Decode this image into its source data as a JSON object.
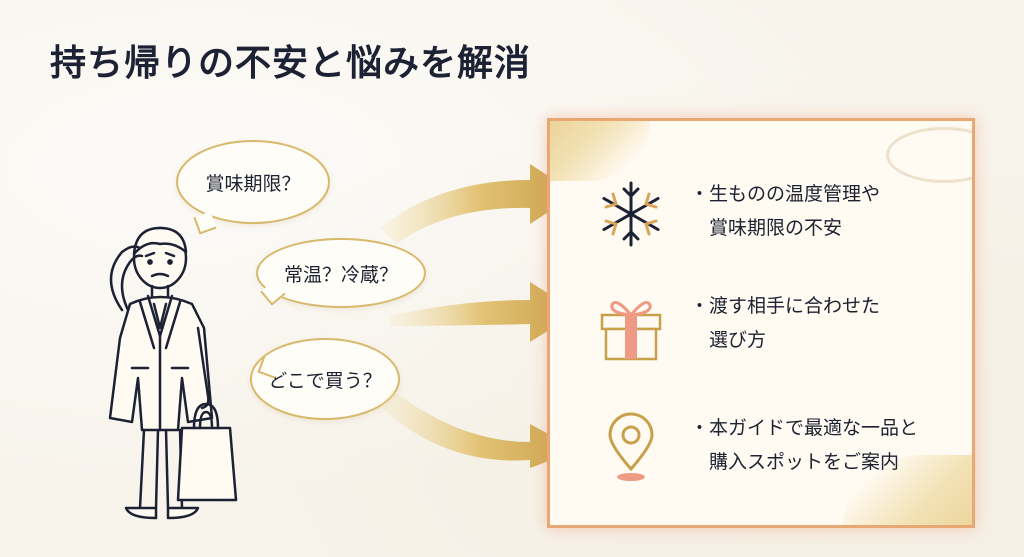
{
  "title": "持ち帰りの不安と悩みを解消",
  "bubbles": [
    "賞味期限？",
    "常温？冷蔵？",
    "どこで買う？"
  ],
  "panel_items": [
    {
      "icon": "snowflake-icon",
      "line1": "・生ものの温度管理や",
      "line2": "　賞味期限の不安"
    },
    {
      "icon": "gift-icon",
      "line1": "・渡す相手に合わせた",
      "line2": "　選び方"
    },
    {
      "icon": "map-pin-icon",
      "line1": "・本ガイドで最適な一品と",
      "line2": "　購入スポットをご案内"
    }
  ],
  "colors": {
    "navy": "#1c2233",
    "gold": "#d8b86a",
    "coral": "#e8a874",
    "background": "#f8f4ec"
  }
}
